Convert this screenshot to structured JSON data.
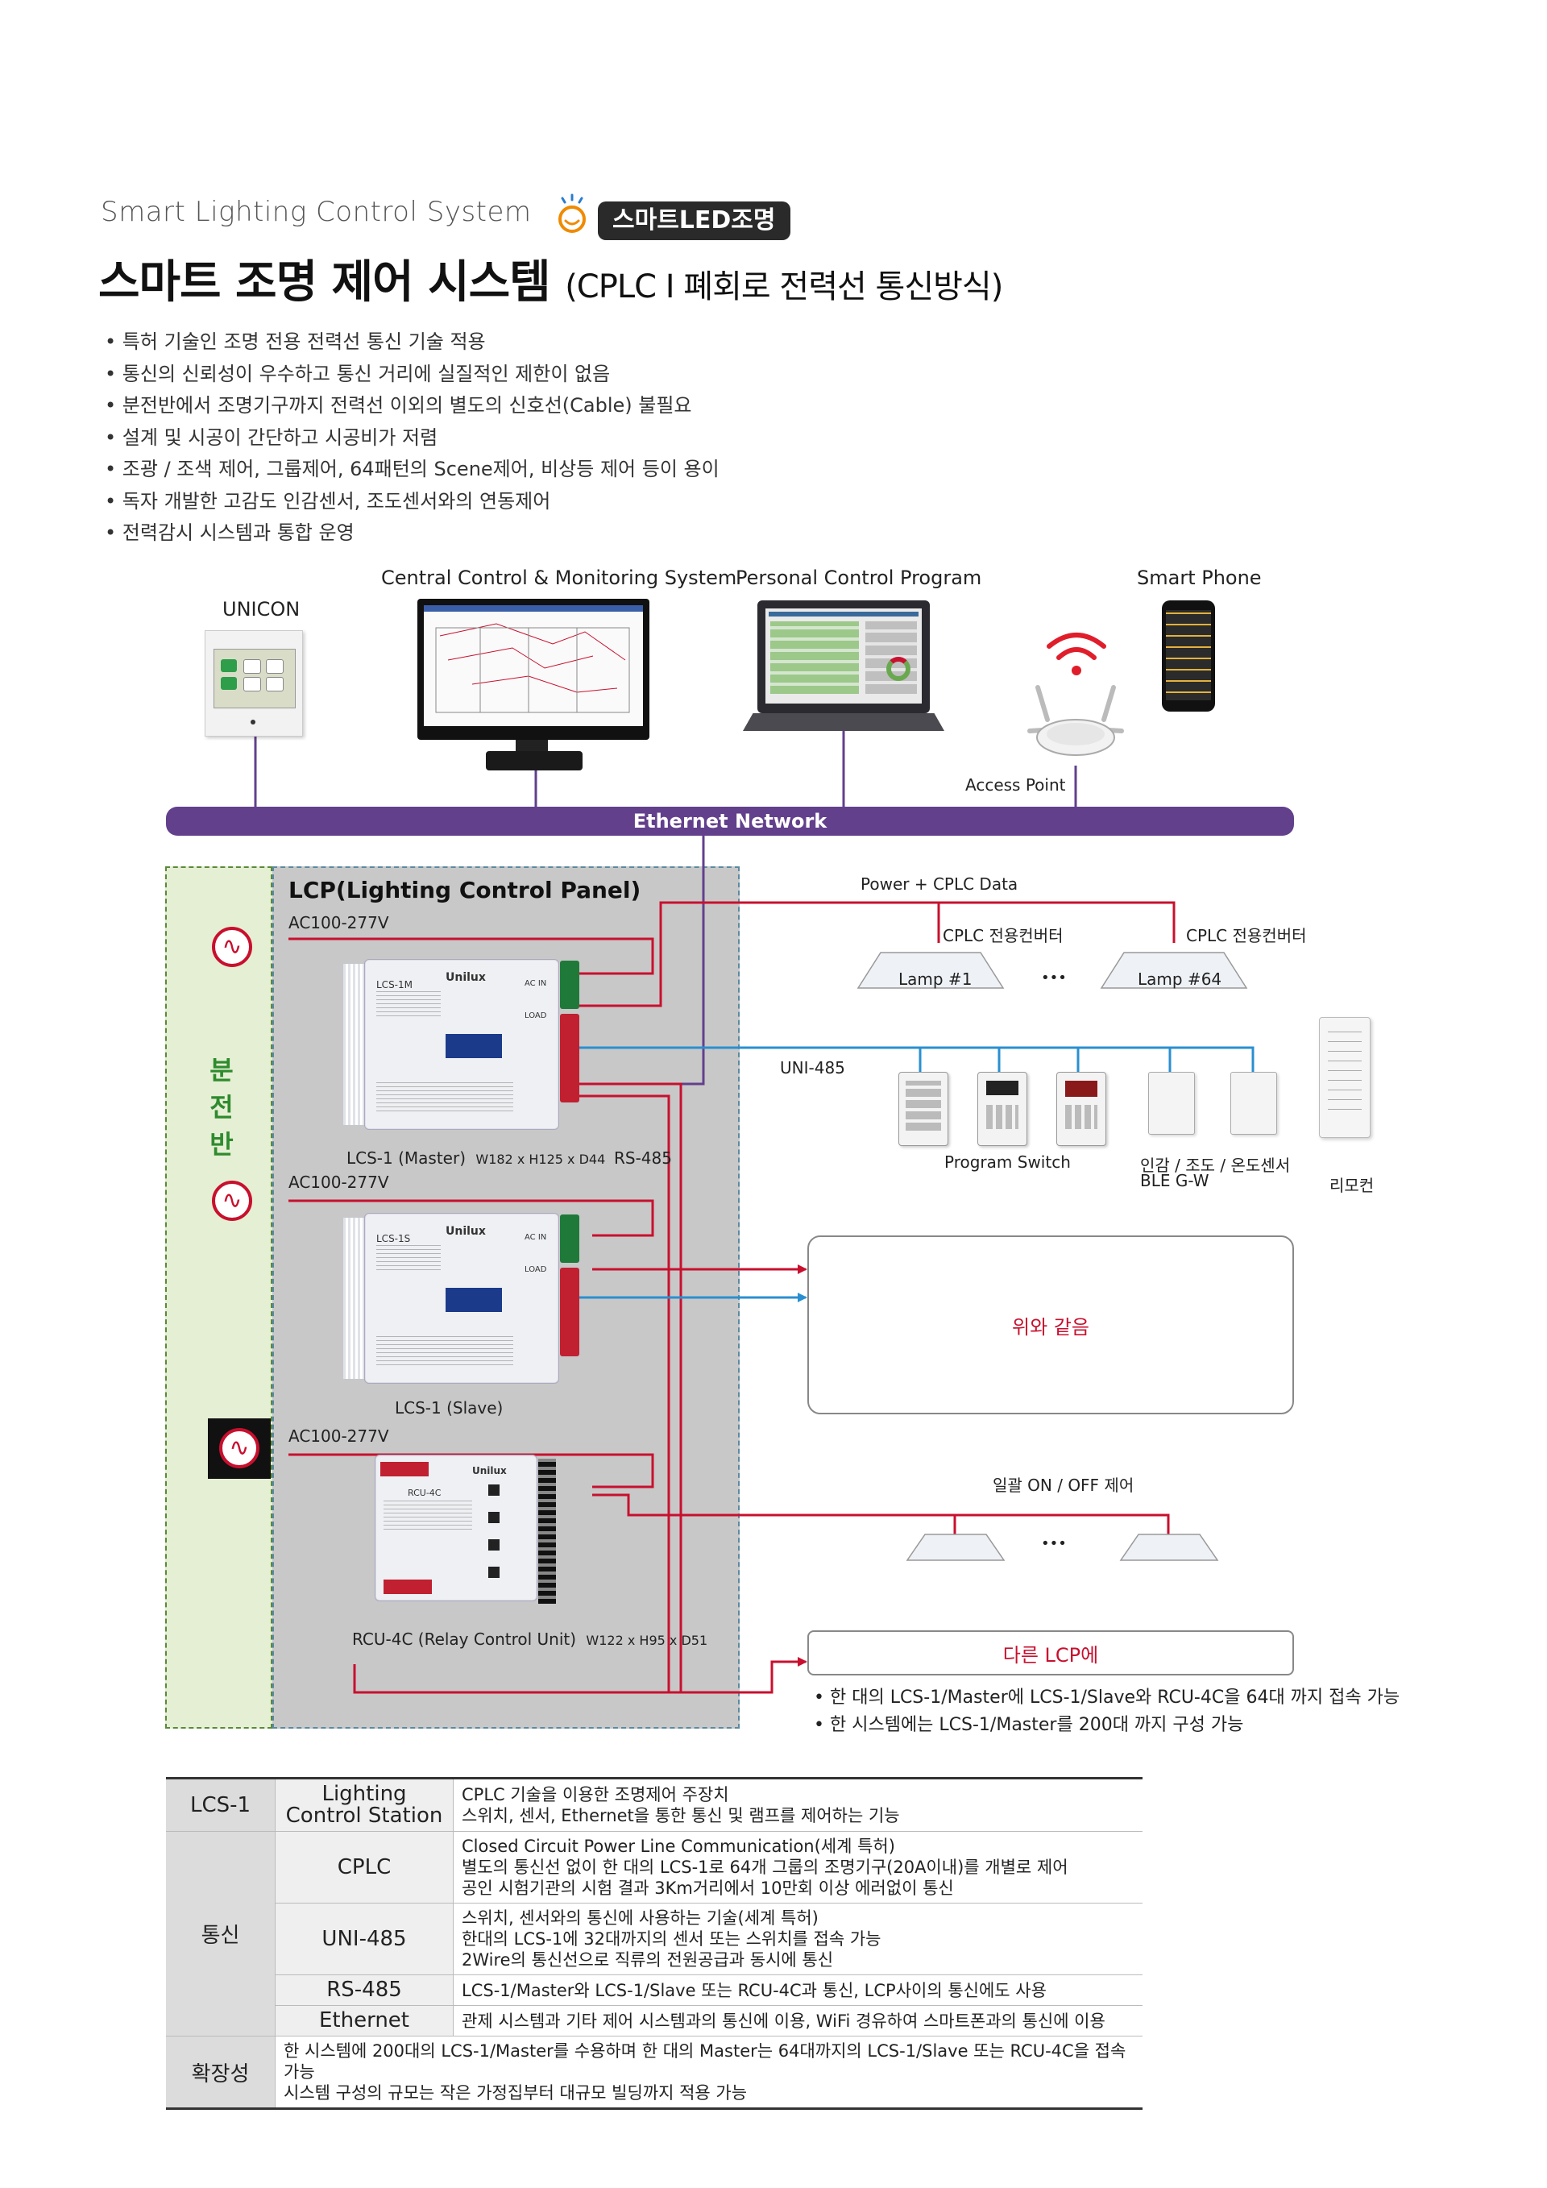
{
  "header": {
    "subtitle": "Smart Lighting Control System",
    "badge": "스마트LED조명",
    "title_main": "스마트 조명 제어 시스템",
    "title_sub": "(CPLC I 폐회로 전력선 통신방식)"
  },
  "features": [
    "특허 기술인 조명 전용 전력선 통신 기술 적용",
    "통신의 신뢰성이 우수하고 통신 거리에 실질적인 제한이 없음",
    "분전반에서 조명기구까지 전력선 이외의 별도의 신호선(Cable) 불필요",
    "설계 및 시공이 간단하고 시공비가 저렴",
    "조광 / 조색 제어, 그룹제어, 64패턴의 Scene제어, 비상등 제어 등이 용이",
    "독자 개발한 고감도 인감센서, 조도센서와의 연동제어",
    "전력감시 시스템과 통합 운영"
  ],
  "diagram": {
    "unicon": "UNICON",
    "central": "Central Control & Monitoring System",
    "personal": "Personal Control Program",
    "smartphone": "Smart Phone",
    "access_point": "Access Point",
    "ethernet": "Ethernet Network",
    "distribution": [
      "분",
      "전",
      "반"
    ],
    "lcp_title": "LCP(Lighting Control Panel)",
    "ac1": "AC100-277V",
    "ac2": "AC100-277V",
    "ac3": "AC100-277V",
    "master_label": "LCS-1 (Master)",
    "master_dim": "W182 x H125 x D44",
    "rs485": "RS-485",
    "slave_label": "LCS-1 (Slave)",
    "rcu_label": "RCU-4C (Relay Control Unit)",
    "rcu_dim": "W122 x H95 x D51",
    "power_cplc": "Power + CPLC Data",
    "converter1": "CPLC 전용컨버터",
    "converter2": "CPLC 전용컨버터",
    "lamp1": "Lamp #1",
    "lamp64": "Lamp #64",
    "dots": "•••",
    "uni485": "UNI-485",
    "program_switch": "Program Switch",
    "sensor": "인감 / 조도 / 온도센서",
    "sensor2": "BLE G-W",
    "remote": "리모컨",
    "same_as_above": "위와 같음",
    "bulk_onoff": "일괄 ON / OFF 제어",
    "other_lcp": "다른 LCP에",
    "notes": [
      "한 대의 LCS-1/Master에 LCS-1/Slave와 RCU-4C을 64대 까지 접속 가능",
      "한 시스템에는 LCS-1/Master를 200대 까지 구성 가능"
    ],
    "device_brand": "Unilux",
    "master_model": "LCS-1M",
    "slave_model": "LCS-1S",
    "rcu_model": "RCU-4C",
    "dev_acin": "AC IN",
    "dev_load": "LOAD"
  },
  "spec_table": {
    "rows": [
      {
        "cat": "LCS-1",
        "sub": "Lighting Control Station",
        "desc": [
          "CPLC 기술을 이용한 조명제어 주장치",
          "스위치, 센서, Ethernet을 통한 통신 및 램프를 제어하는 기능"
        ]
      },
      {
        "cat": "통신",
        "sub": "CPLC",
        "desc": [
          "Closed Circuit Power Line Communication(세계 특허)",
          "별도의 통신선 없이 한 대의 LCS-1로 64개 그룹의 조명기구(20A이내)를 개별로 제어",
          "공인 시험기관의 시험 결과 3Km거리에서 10만회 이상 에러없이 통신"
        ]
      },
      {
        "cat": "",
        "sub": "UNI-485",
        "desc": [
          "스위치, 센서와의 통신에 사용하는 기술(세계 특허)",
          "한대의 LCS-1에 32대까지의 센서 또는 스위치를 접속 가능",
          "2Wire의 통신선으로 직류의 전원공급과 동시에 통신"
        ]
      },
      {
        "cat": "",
        "sub": "RS-485",
        "desc": [
          "LCS-1/Master와 LCS-1/Slave 또는 RCU-4C과 통신, LCP사이의 통신에도 사용"
        ]
      },
      {
        "cat": "",
        "sub": "Ethernet",
        "desc": [
          "관제 시스템과 기타 제어 시스템과의 통신에 이용, WiFi 경유하여 스마트폰과의 통신에 이용"
        ]
      },
      {
        "cat": "확장성",
        "sub": "",
        "desc": [
          "한 시스템에 200대의 LCS-1/Master를 수용하며 한 대의 Master는 64대까지의 LCS-1/Slave 또는 RCU-4C을 접속 가능",
          "시스템 구성의 규모는 작은 가정집부터 대규모 빌딩까지 적용 가능"
        ]
      }
    ]
  },
  "colors": {
    "ethernet": "#62408c",
    "power_line": "#c8102e",
    "data_line": "#2a8fd0",
    "accent_green": "#2e8b2e"
  }
}
